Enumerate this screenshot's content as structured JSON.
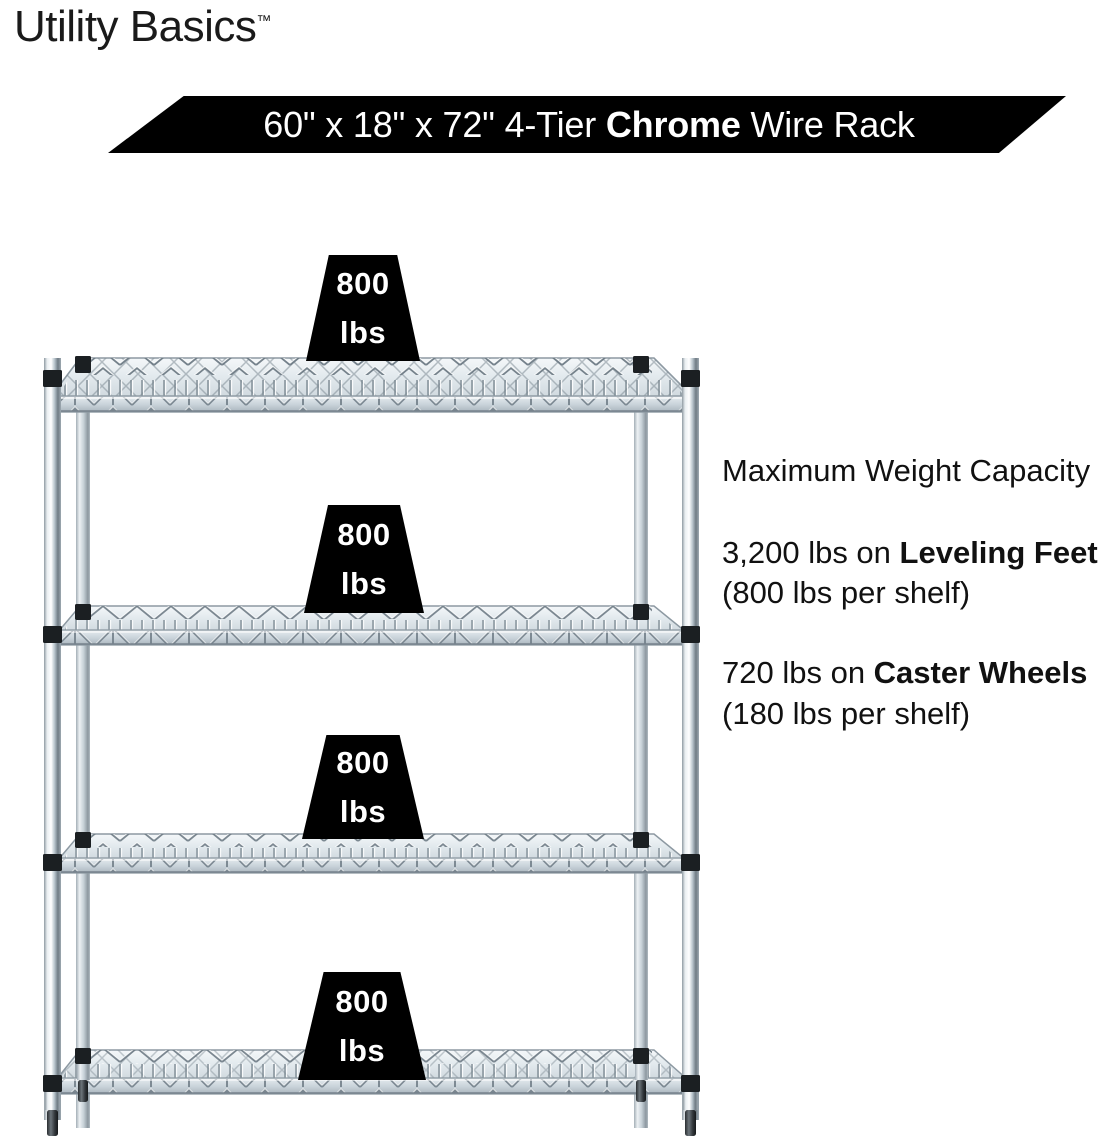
{
  "brand": {
    "name": "Utility Basics",
    "trademark": "™"
  },
  "banner": {
    "dimensions": "60\" x 18\" x 72\"",
    "tier": "4-Tier",
    "material": "Chrome",
    "product_type": "Wire Rack",
    "full_text": "60\" x 18\" x 72\" 4-Tier Chrome Wire Rack",
    "background_color": "#000000",
    "text_color": "#ffffff"
  },
  "product": {
    "name": "chrome-wire-rack",
    "shelf_count": 4,
    "finish_color": "#c9d2d8",
    "post_color": "#b9c4cc",
    "collar_color": "#1b1f22"
  },
  "badges": [
    {
      "num": "800",
      "unit": "lbs"
    },
    {
      "num": "800",
      "unit": "lbs"
    },
    {
      "num": "800",
      "unit": "lbs"
    },
    {
      "num": "800",
      "unit": "lbs"
    }
  ],
  "info": {
    "heading": "Maximum Weight Capacity",
    "paragraphs": [
      {
        "id": "leveling-feet",
        "lead": "3,200 lbs on ",
        "emphasis": "Leveling Feet",
        "tail": " (800 lbs per shelf)"
      },
      {
        "id": "caster-wheels",
        "lead": "720 lbs on ",
        "emphasis": "Caster Wheels",
        "tail": " (180 lbs per shelf)"
      }
    ]
  }
}
